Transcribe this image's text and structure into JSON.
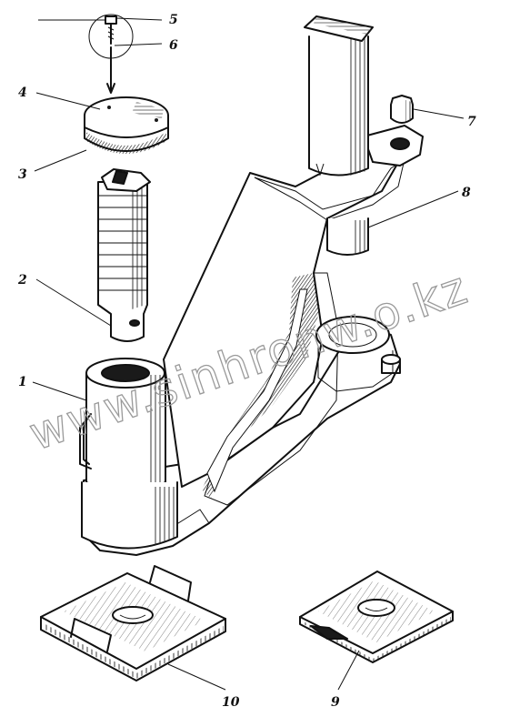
{
  "labels": {
    "part_1": "1",
    "part_2": "2",
    "part_3": "3",
    "part_4": "4",
    "part_5": "5",
    "part_6": "6",
    "part_7": "7",
    "part_8": "8",
    "part_9": "9",
    "part_10": "10"
  },
  "watermark": "www.sinhronw.o.kz"
}
